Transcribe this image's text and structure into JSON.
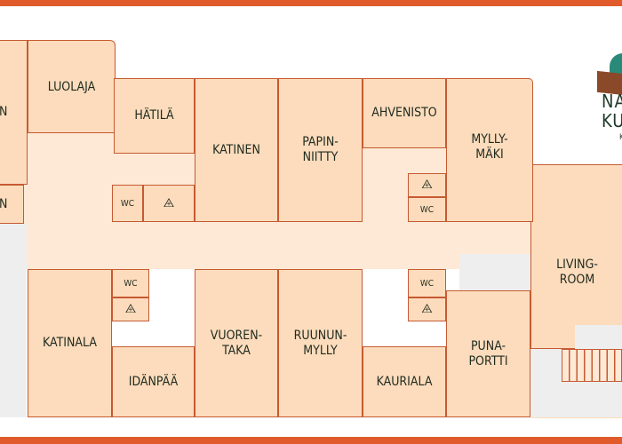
{
  "rooms": {
    "n_top": "N",
    "n_mid": "N",
    "luolaja": "LUOLAJA",
    "hatila": "HÄTILÄ",
    "katinen": "KATINEN",
    "papinniitty": "PAPIN-\nNIITTY",
    "ahvenisto": "AHVENISTO",
    "myllymaki": "MYLLY-\nMÄKI",
    "katinala": "KATINALA",
    "idanpaa": "IDÄNPÄÄ",
    "vuorentaka": "VUOREN-\nTAKA",
    "ruununmylly": "RUUNUN-\nMYLLY",
    "kauriala": "KAURIALA",
    "punaportti": "PUNA-\nPORTTI",
    "livingroom": "LIVING-\nROOM"
  },
  "facilities": {
    "wc": "WC",
    "shower_icon": "shower-icon"
  },
  "logo": {
    "line1": "NA",
    "line2": "KU",
    "line3": "K"
  },
  "colors": {
    "accent": "#e05a2b",
    "room": "#fcdcbc",
    "corridor": "#fde9d6",
    "wall": "#c65a32"
  }
}
